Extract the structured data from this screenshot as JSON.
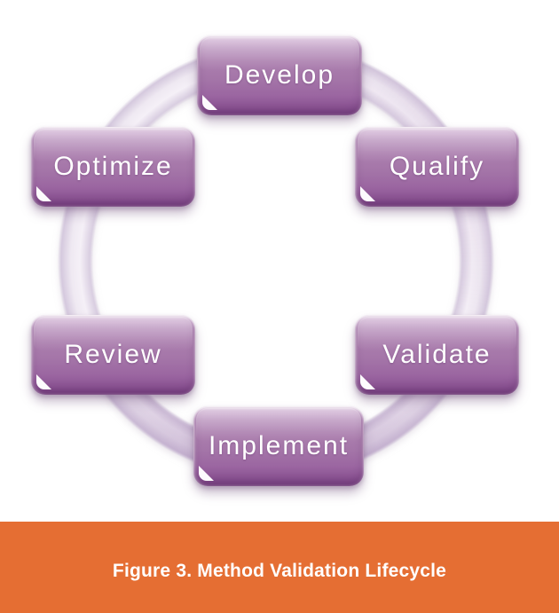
{
  "figure": {
    "caption": "Figure 3. Method Validation Lifecycle"
  },
  "diagram": {
    "type": "cycle",
    "description": "Six rounded glossy buttons arranged clockwise on a circular ring",
    "nodes": [
      {
        "label": "Develop",
        "position": "top"
      },
      {
        "label": "Qualify",
        "position": "upper-right"
      },
      {
        "label": "Validate",
        "position": "lower-right"
      },
      {
        "label": "Implement",
        "position": "bottom"
      },
      {
        "label": "Review",
        "position": "lower-left"
      },
      {
        "label": "Optimize",
        "position": "upper-left"
      }
    ]
  },
  "colors": {
    "node-purple": "#a87aab",
    "node-purple-dark": "#7b4383",
    "node-purple-light": "#dcc8de",
    "ring-lavender": "#ece5f0",
    "banner-orange": "#e56e33",
    "node-text": "#ffffff",
    "caption-text": "#ffffff",
    "background": "#ffffff"
  }
}
